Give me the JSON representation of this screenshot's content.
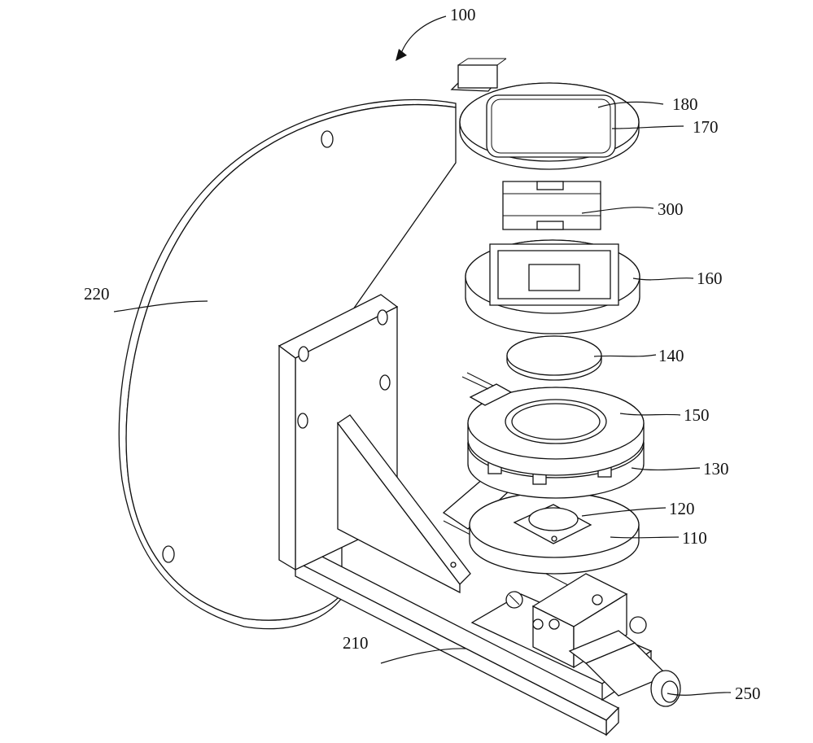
{
  "figure": {
    "labels": {
      "l100": "100",
      "l180": "180",
      "l170": "170",
      "l300": "300",
      "l160": "160",
      "l220": "220",
      "l140": "140",
      "l150": "150",
      "l130": "130",
      "l120": "120",
      "l110": "110",
      "l210": "210",
      "l250": "250"
    },
    "line_color": "#111111",
    "background": "#ffffff"
  }
}
